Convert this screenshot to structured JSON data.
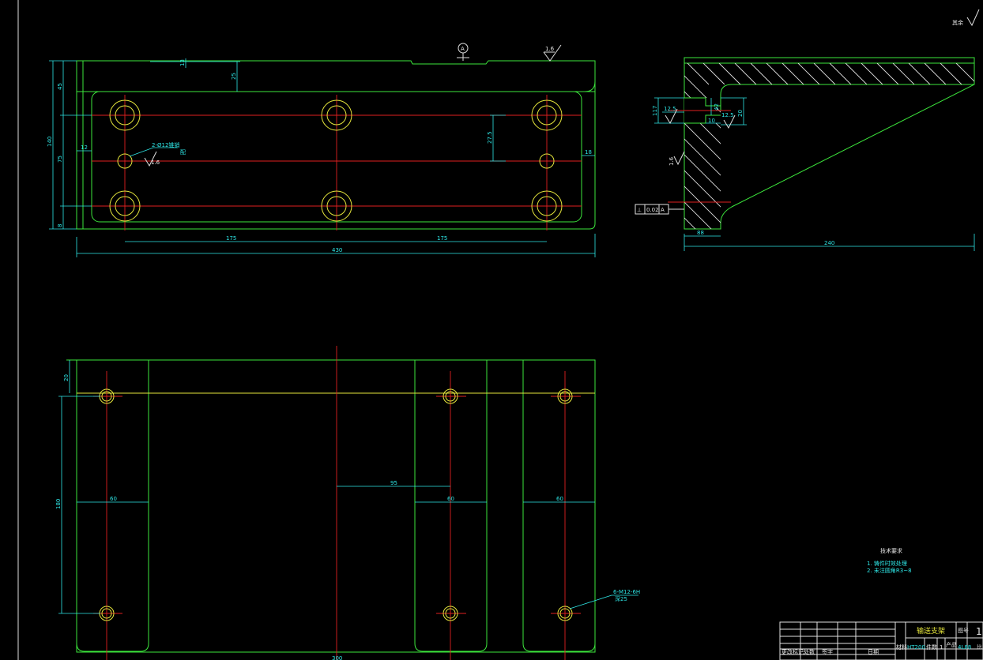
{
  "title_block": {
    "part_name": "输送支架",
    "material": "HT200",
    "sheet_total": "1",
    "label_material": "材料",
    "label_qty": "件数",
    "qty": "1",
    "label_product": "产品",
    "label_no": "图号",
    "ratio": "4L88",
    "sign_labels": [
      "更改标记",
      "处数",
      "签字",
      "日期"
    ],
    "stamp": "比"
  },
  "notes": {
    "heading": "技术要求",
    "items": [
      "1. 铸件时效处理",
      "2. 未注圆角R3~8"
    ]
  },
  "roughness_corner": "其余",
  "dimensions": {
    "top_view": {
      "d430": "430",
      "d175a": "175",
      "d175b": "175",
      "d140": "140",
      "d45": "45",
      "d75": "75",
      "d8": "8",
      "d25": "25",
      "d27_5": "27.5",
      "d12": "12",
      "d18": "18",
      "d13": "13",
      "hole_note": "2-Ø12锥销",
      "hole_note2": "配",
      "rough_16a": "1.6",
      "rough_16b": "1.6",
      "datum": "A"
    },
    "side_view": {
      "d240": "240",
      "d88": "88",
      "d12_5a": "12.5",
      "d12_5b": "12.5",
      "d10": "10",
      "d42": "42",
      "d117": "117",
      "d20": "20",
      "rough_16": "1.6",
      "tol_symbol": "⊥",
      "tol_value": "0.02",
      "tol_datum": "A"
    },
    "bottom_view": {
      "d20": "20",
      "d180": "180",
      "d95": "95",
      "d60a": "60",
      "d60b": "60",
      "d60c": "60",
      "thread_note": "6-M12-6H",
      "thread_depth": "深25",
      "d_bottom": "300"
    }
  }
}
